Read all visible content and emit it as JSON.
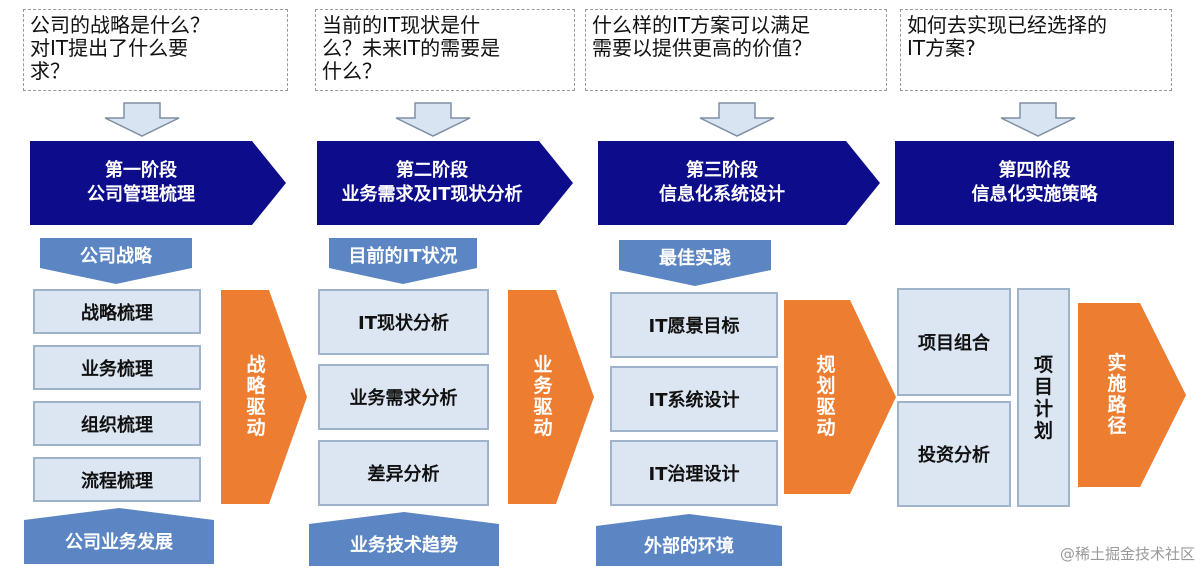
{
  "colors": {
    "stage": "#0d0d8c",
    "pill": "#5b86c3",
    "item_fill": "#dce6f2",
    "item_border": "#9fb3cc",
    "driver": "#ed7d31",
    "down_arrow_fill": "#d9e4f2",
    "down_arrow_stroke": "#7f8fa3"
  },
  "questions": [
    "公司的战略是什么？\n对IT提出了什么要\n求？",
    "当前的IT现状是什\n么？未来IT的需要是\n什么？",
    "什么样的IT方案可以满足\n需要以提供更高的价值？",
    "如何去实现已经选择的\nIT方案?"
  ],
  "stages": [
    {
      "line1": "第一阶段",
      "line2": "公司管理梳理"
    },
    {
      "line1": "第二阶段",
      "line2": "业务需求及IT现状分析"
    },
    {
      "line1": "第三阶段",
      "line2": "信息化系统设计"
    },
    {
      "line1": "第四阶段",
      "line2": "信息化实施策略"
    }
  ],
  "columns": [
    {
      "top_label": "公司战略",
      "items": [
        "战略梳理",
        "业务梳理",
        "组织梳理",
        "流程梳理"
      ],
      "bottom_label": "公司业务发展",
      "driver": "战略驱动"
    },
    {
      "top_label": "目前的IT状况",
      "items": [
        "IT现状分析",
        "业务需求分析",
        "差异分析"
      ],
      "bottom_label": "业务技术趋势",
      "driver": "业务驱动"
    },
    {
      "top_label": "最佳实践",
      "items": [
        "IT愿景目标",
        "IT系统设计",
        "IT治理设计"
      ],
      "bottom_label": "外部的环境",
      "driver": "规划驱动"
    },
    {
      "items": [
        "项目组合",
        "投资分析"
      ],
      "plan": "项目计划",
      "driver": "实施路径"
    }
  ],
  "watermark": "@稀土掘金技术社区"
}
